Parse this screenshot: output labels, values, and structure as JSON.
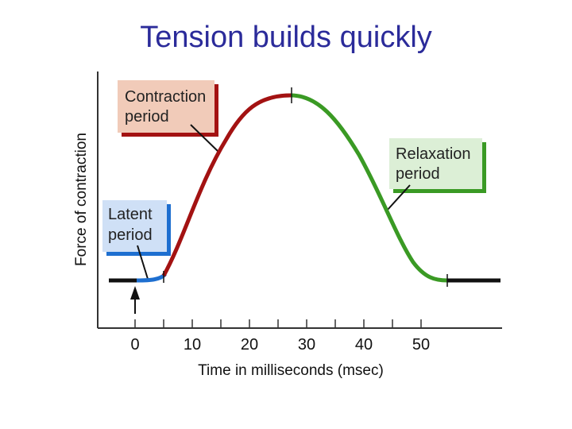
{
  "title": "Tension builds quickly",
  "axes": {
    "xlabel": "Time in milliseconds (msec)",
    "ylabel": "Force of contraction",
    "xticks": [
      "0",
      "10",
      "20",
      "30",
      "40",
      "50"
    ]
  },
  "phases": {
    "latent": {
      "line1": "Latent",
      "line2": "period"
    },
    "contraction": {
      "line1": "Contraction",
      "line2": "period"
    },
    "relaxation": {
      "line1": "Relaxation",
      "line2": "period"
    }
  },
  "colors": {
    "title": "#2b2b9a",
    "latent": "#1e6fd0",
    "contraction": "#a31212",
    "relaxation": "#3a9a24",
    "baseline": "#111111",
    "latent_box": "#cfe0f6",
    "contraction_box": "#f1cbb9",
    "relaxation_box": "#dcefd6"
  }
}
